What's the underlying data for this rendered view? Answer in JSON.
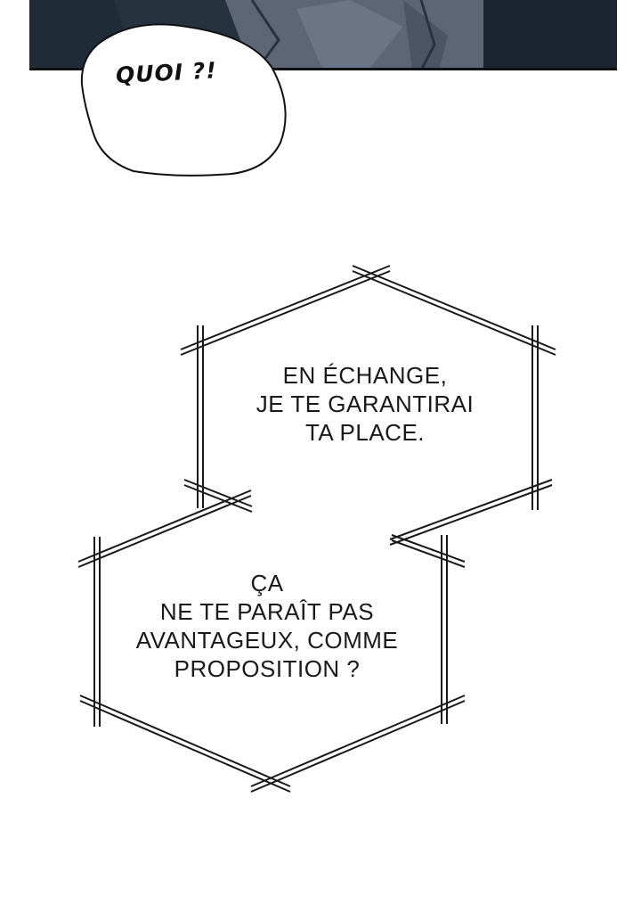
{
  "speech_bubble": {
    "text": "QUOI ?!"
  },
  "caption_1": {
    "lines": [
      "EN ÉCHANGE,",
      "JE TE GARANTIRAI",
      "TA PLACE."
    ]
  },
  "caption_2": {
    "lines": [
      "ÇA",
      "NE TE PARAÎT PAS",
      "AVANTAGEUX, COMME",
      "PROPOSITION ?"
    ]
  },
  "colors": {
    "panel_dark": "#1f2b37",
    "panel_cloth": "#5e6676",
    "frame_line": "#1a1a1a",
    "background": "#ffffff"
  }
}
